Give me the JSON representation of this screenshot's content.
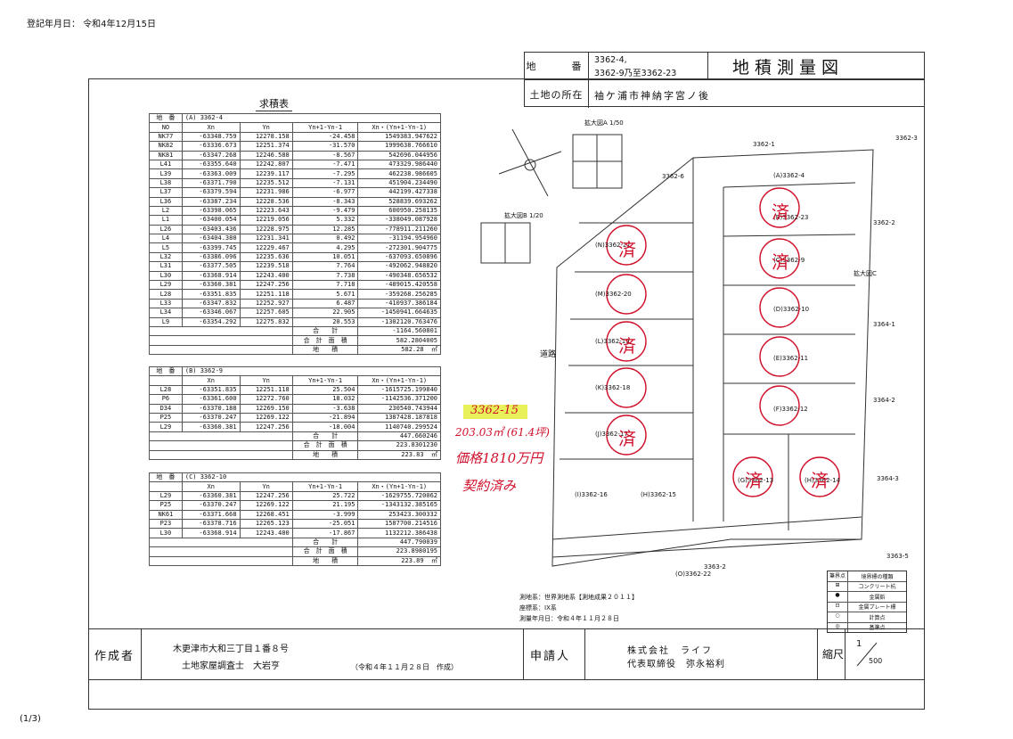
{
  "header": {
    "reg_date": "登記年月日： 令和4年12月15日",
    "page": "(1/3)"
  },
  "title_block": {
    "chiban_label": "地　　番",
    "chiban_line1": "3362-4,",
    "chiban_line2": "3362-9乃至3362-23",
    "location_label": "土地の所在",
    "location": "袖ケ浦市神納字宮ノ後",
    "doc_title": "地積測量図"
  },
  "table_title": "求積表",
  "colors": {
    "stamp": "#d0102a",
    "handwriting": "#d0102a",
    "highlight": "#e9f15a"
  },
  "tables": [
    {
      "chiban_label": "地　番",
      "chiban": "(A) 3362-4",
      "headers": [
        "NO",
        "Xn",
        "Yn",
        "Yn+1-Yn-1",
        "Xn・(Yn+1-Yn-1)"
      ],
      "rows": [
        [
          "NK77",
          "-63348.759",
          "12278.158",
          "-24.458",
          "1549383.947622"
        ],
        [
          "NK82",
          "-63336.673",
          "12251.374",
          "-31.570",
          "1999638.766610"
        ],
        [
          "NK81",
          "-63347.268",
          "12246.588",
          "-8.567",
          "542696.044956"
        ],
        [
          "L41",
          "-63355.640",
          "12242.807",
          "-7.471",
          "473329.986440"
        ],
        [
          "L39",
          "-63363.009",
          "12239.117",
          "-7.295",
          "462238.986605"
        ],
        [
          "L38",
          "-63371.790",
          "12235.512",
          "-7.131",
          "451904.234490"
        ],
        [
          "L37",
          "-63379.594",
          "12231.986",
          "-6.977",
          "442199.427338"
        ],
        [
          "L36",
          "-63387.234",
          "12228.536",
          "-8.343",
          "528839.693262"
        ],
        [
          "L2",
          "-63398.065",
          "12223.643",
          "-9.479",
          "600950.258135"
        ],
        [
          "L1",
          "-63400.054",
          "12219.056",
          "5.332",
          "-338049.087928"
        ],
        [
          "L26",
          "-63403.436",
          "12228.975",
          "12.285",
          "-778911.211260"
        ],
        [
          "L4",
          "-63404.380",
          "12231.341",
          "0.492",
          "-31194.954960"
        ],
        [
          "L5",
          "-63399.745",
          "12229.467",
          "4.295",
          "-272301.904775"
        ],
        [
          "L32",
          "-63386.096",
          "12235.636",
          "10.051",
          "-637093.650896"
        ],
        [
          "L31",
          "-63377.505",
          "12239.518",
          "7.764",
          "-492062.948820"
        ],
        [
          "L30",
          "-63368.914",
          "12243.400",
          "7.738",
          "-490348.656532"
        ],
        [
          "L29",
          "-63360.381",
          "12247.256",
          "7.718",
          "-489015.420558"
        ],
        [
          "L28",
          "-63351.835",
          "12251.118",
          "5.671",
          "-359268.256285"
        ],
        [
          "L33",
          "-63347.832",
          "12252.927",
          "6.487",
          "-410937.386184"
        ],
        [
          "L34",
          "-63346.067",
          "12257.605",
          "22.905",
          "-1450941.664635"
        ],
        [
          "L9",
          "-63354.292",
          "12275.832",
          "20.553",
          "-1302120.763476"
        ]
      ],
      "sum_label": "合　　計",
      "sum_value": "-1164.560801",
      "area2_label": "合　計　面　積",
      "area2_value": "582.2804005",
      "area_label": "地　　積",
      "area_value": "582.28",
      "unit": "㎡"
    },
    {
      "chiban_label": "地　番",
      "chiban": "(B) 3362-9",
      "headers": [
        "Xn",
        "Yn",
        "Yn+1-Yn-1",
        "Xn・(Yn+1-Yn-1)"
      ],
      "rows": [
        [
          "L28",
          "-63351.835",
          "12251.118",
          "25.504",
          "-1615725.199840"
        ],
        [
          "P6",
          "-63361.600",
          "12272.760",
          "18.032",
          "-1142536.371200"
        ],
        [
          "D34",
          "-63370.188",
          "12269.150",
          "-3.638",
          "230540.743944"
        ],
        [
          "P25",
          "-63370.247",
          "12269.122",
          "-21.894",
          "1387428.187818"
        ],
        [
          "L29",
          "-63360.381",
          "12247.256",
          "-18.004",
          "1140740.299524"
        ]
      ],
      "sum_label": "合　　計",
      "sum_value": "447.660246",
      "area2_label": "合　計　面　積",
      "area2_value": "223.8301230",
      "area_label": "地　　積",
      "area_value": "223.83",
      "unit": "㎡"
    },
    {
      "chiban_label": "地　番",
      "chiban": "(C) 3362-10",
      "headers": [
        "Xn",
        "Yn",
        "Yn+1-Yn-1",
        "Xn・(Yn+1-Yn-1)"
      ],
      "rows": [
        [
          "L29",
          "-63360.381",
          "12247.256",
          "25.722",
          "-1629755.720062"
        ],
        [
          "P25",
          "-63370.247",
          "12269.122",
          "21.195",
          "-1343132.385165"
        ],
        [
          "NK61",
          "-63371.668",
          "12268.451",
          "-3.999",
          "253423.300332"
        ],
        [
          "P23",
          "-63378.716",
          "12265.123",
          "-25.051",
          "1587700.214516"
        ],
        [
          "L30",
          "-63368.914",
          "12243.400",
          "-17.867",
          "1132212.386438"
        ]
      ],
      "sum_label": "合　　計",
      "sum_value": "447.790039",
      "area2_label": "合　計　面　積",
      "area2_value": "223.8980195",
      "area_label": "地　　積",
      "area_value": "223.89",
      "unit": "㎡"
    }
  ],
  "map": {
    "detail_a": "拡大図A 1/50",
    "detail_b": "拡大図B 1/20",
    "detail_c": "拡大図C",
    "road": "道路",
    "stamp_char": "済",
    "lots_right": [
      "(A)3362-4",
      "(B)3362-23",
      "(C)3362-9",
      "(D)3362-10",
      "(E)3362-11",
      "(F)3362-12",
      "(G)3362-13",
      "(H)3362-14"
    ],
    "lots_left": [
      "(N)3362-21",
      "(M)3362-20",
      "(L)3362-19",
      "(K)3362-18",
      "(J)3362-17",
      "(I)3362-16",
      "(H)3362-15"
    ],
    "neighbors": [
      "3362-1",
      "3362-3",
      "3362-2",
      "3364-1",
      "3364-2",
      "3364-3",
      "3362-6",
      "3363-2",
      "3363-5",
      "(O)3362-22"
    ],
    "notes": [
      "測地系：世界測地系【測地成果２０１１】",
      "座標系：IX系",
      "測量年月日：令和４年１１月２８日"
    ]
  },
  "handwriting": {
    "lot": "3362-15",
    "area": "203.03㎡ (61.4坪)",
    "price": "価格1810万円",
    "status": "契約済み"
  },
  "legend": {
    "title_sym": "筆界点",
    "title_type": "境界標の種類",
    "rows": [
      [
        "⊞",
        "コンクリート杭"
      ],
      [
        "●",
        "金属鋲"
      ],
      [
        "⊡",
        "金属プレート標"
      ],
      [
        "○",
        "計算点"
      ],
      [
        "◎",
        "基準点"
      ]
    ]
  },
  "footer": {
    "author_label": "作成者",
    "author_addr": "木更津市大和三丁目１番８号",
    "author_name": "土地家屋調査士　大岩亨",
    "created": "（令和４年１１月２８日　作成）",
    "applicant_label": "申請人",
    "company": "株式会社　ライフ",
    "rep": "代表取締役　弥永裕利",
    "scale_label": "縮尺",
    "scale_num": "1",
    "scale_den": "500"
  }
}
